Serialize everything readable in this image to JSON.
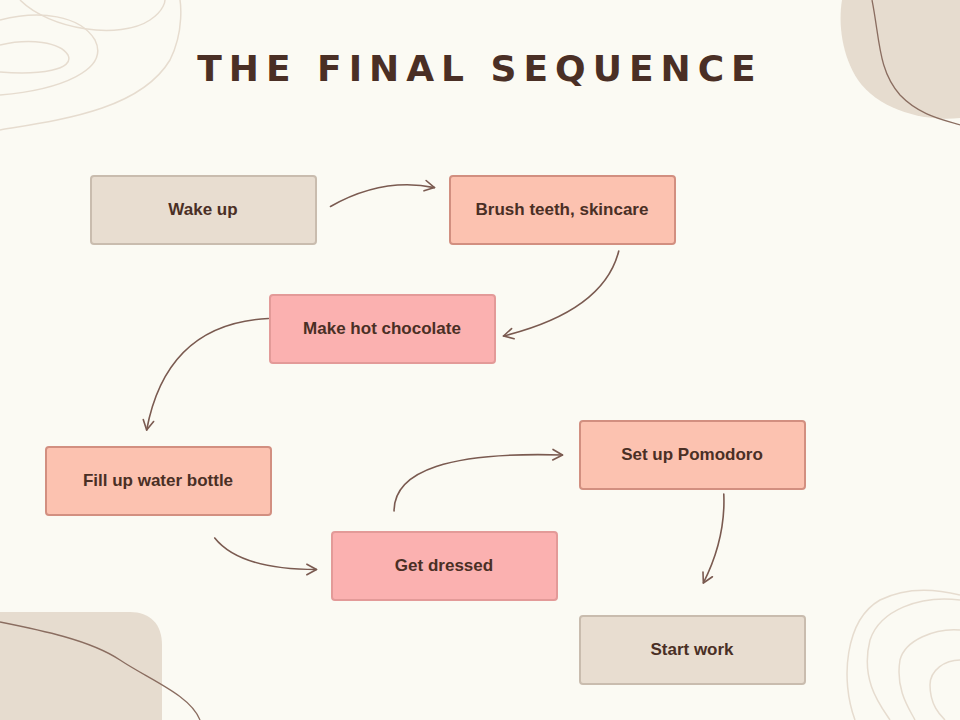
{
  "diagram": {
    "title": "THE FINAL SEQUENCE",
    "nodes": [
      {
        "text": [
          "Wake up"
        ]
      },
      {
        "text": [
          "Brush teeth, skincare"
        ]
      },
      {
        "text": [
          "Make hot chocolate"
        ]
      },
      {
        "text": [
          "Fill up water bottle"
        ]
      },
      {
        "text": [
          "Get dressed"
        ]
      },
      {
        "text": [
          "Set up Pomodoro"
        ]
      },
      {
        "text": [
          "Start work"
        ]
      }
    ],
    "edges": [
      {
        "from": 0,
        "to": 1,
        "arrow": "to"
      },
      {
        "from": 1,
        "to": 2,
        "arrow": "to"
      },
      {
        "from": 2,
        "to": 3,
        "arrow": "to"
      },
      {
        "from": 3,
        "to": 4,
        "arrow": "to"
      },
      {
        "from": 4,
        "to": 5,
        "arrow": "to"
      },
      {
        "from": 5,
        "to": 6,
        "arrow": "to"
      }
    ]
  }
}
